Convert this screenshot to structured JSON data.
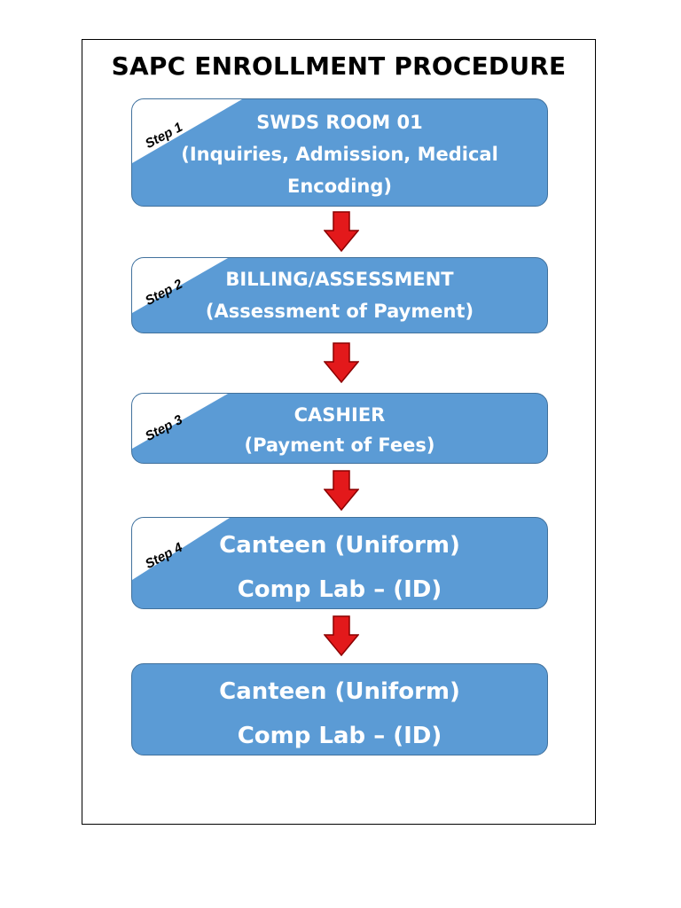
{
  "title": "SAPC ENROLLMENT PROCEDURE",
  "steps": [
    {
      "tag": "Step 1",
      "lines": [
        "SWDS ROOM 01",
        "(Inquiries, Admission, Medical",
        "Encoding)"
      ]
    },
    {
      "tag": "Step 2",
      "lines": [
        "BILLING/ASSESSMENT",
        "(Assessment of Payment)"
      ]
    },
    {
      "tag": "Step 3",
      "lines": [
        "CASHIER",
        "(Payment of Fees)"
      ]
    },
    {
      "tag": "Step 4",
      "lines": [
        "Canteen (Uniform)",
        "Comp Lab – (ID)"
      ]
    },
    {
      "tag": "",
      "lines": [
        "Canteen (Uniform)",
        "Comp Lab – (ID)"
      ]
    }
  ],
  "colors": {
    "box_fill": "#5b9bd5",
    "box_border": "#41719c",
    "arrow_fill": "#e3191b",
    "arrow_border": "#8b0000",
    "tab_fill": "#ffffff"
  }
}
